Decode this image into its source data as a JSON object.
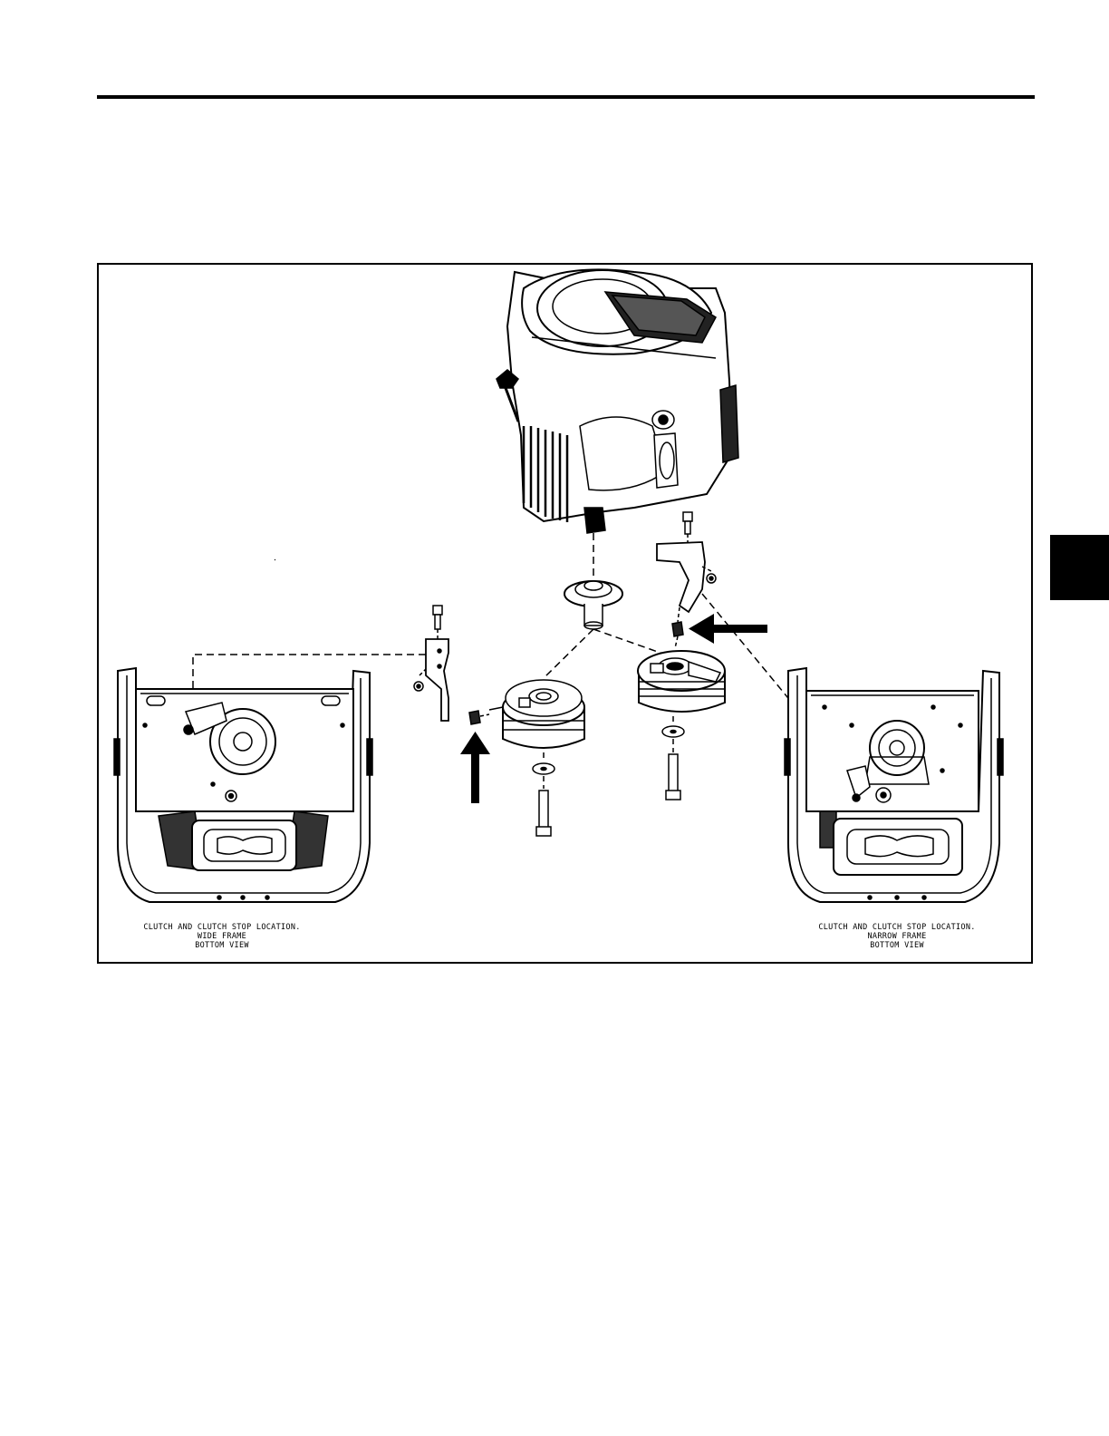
{
  "figure": {
    "captions": [
      {
        "line1": "CLUTCH AND CLUTCH STOP LOCATION.",
        "line2": "WIDE FRAME",
        "line3": "BOTTOM VIEW"
      },
      {
        "line1": "CLUTCH AND CLUTCH STOP LOCATION.",
        "line2": "NARROW FRAME",
        "line3": "BOTTOM VIEW"
      }
    ],
    "callout_arrows": [
      "arrow-up",
      "arrow-left"
    ]
  },
  "colors": {
    "ink": "#000000",
    "paper": "#ffffff",
    "tab": "#000000"
  }
}
